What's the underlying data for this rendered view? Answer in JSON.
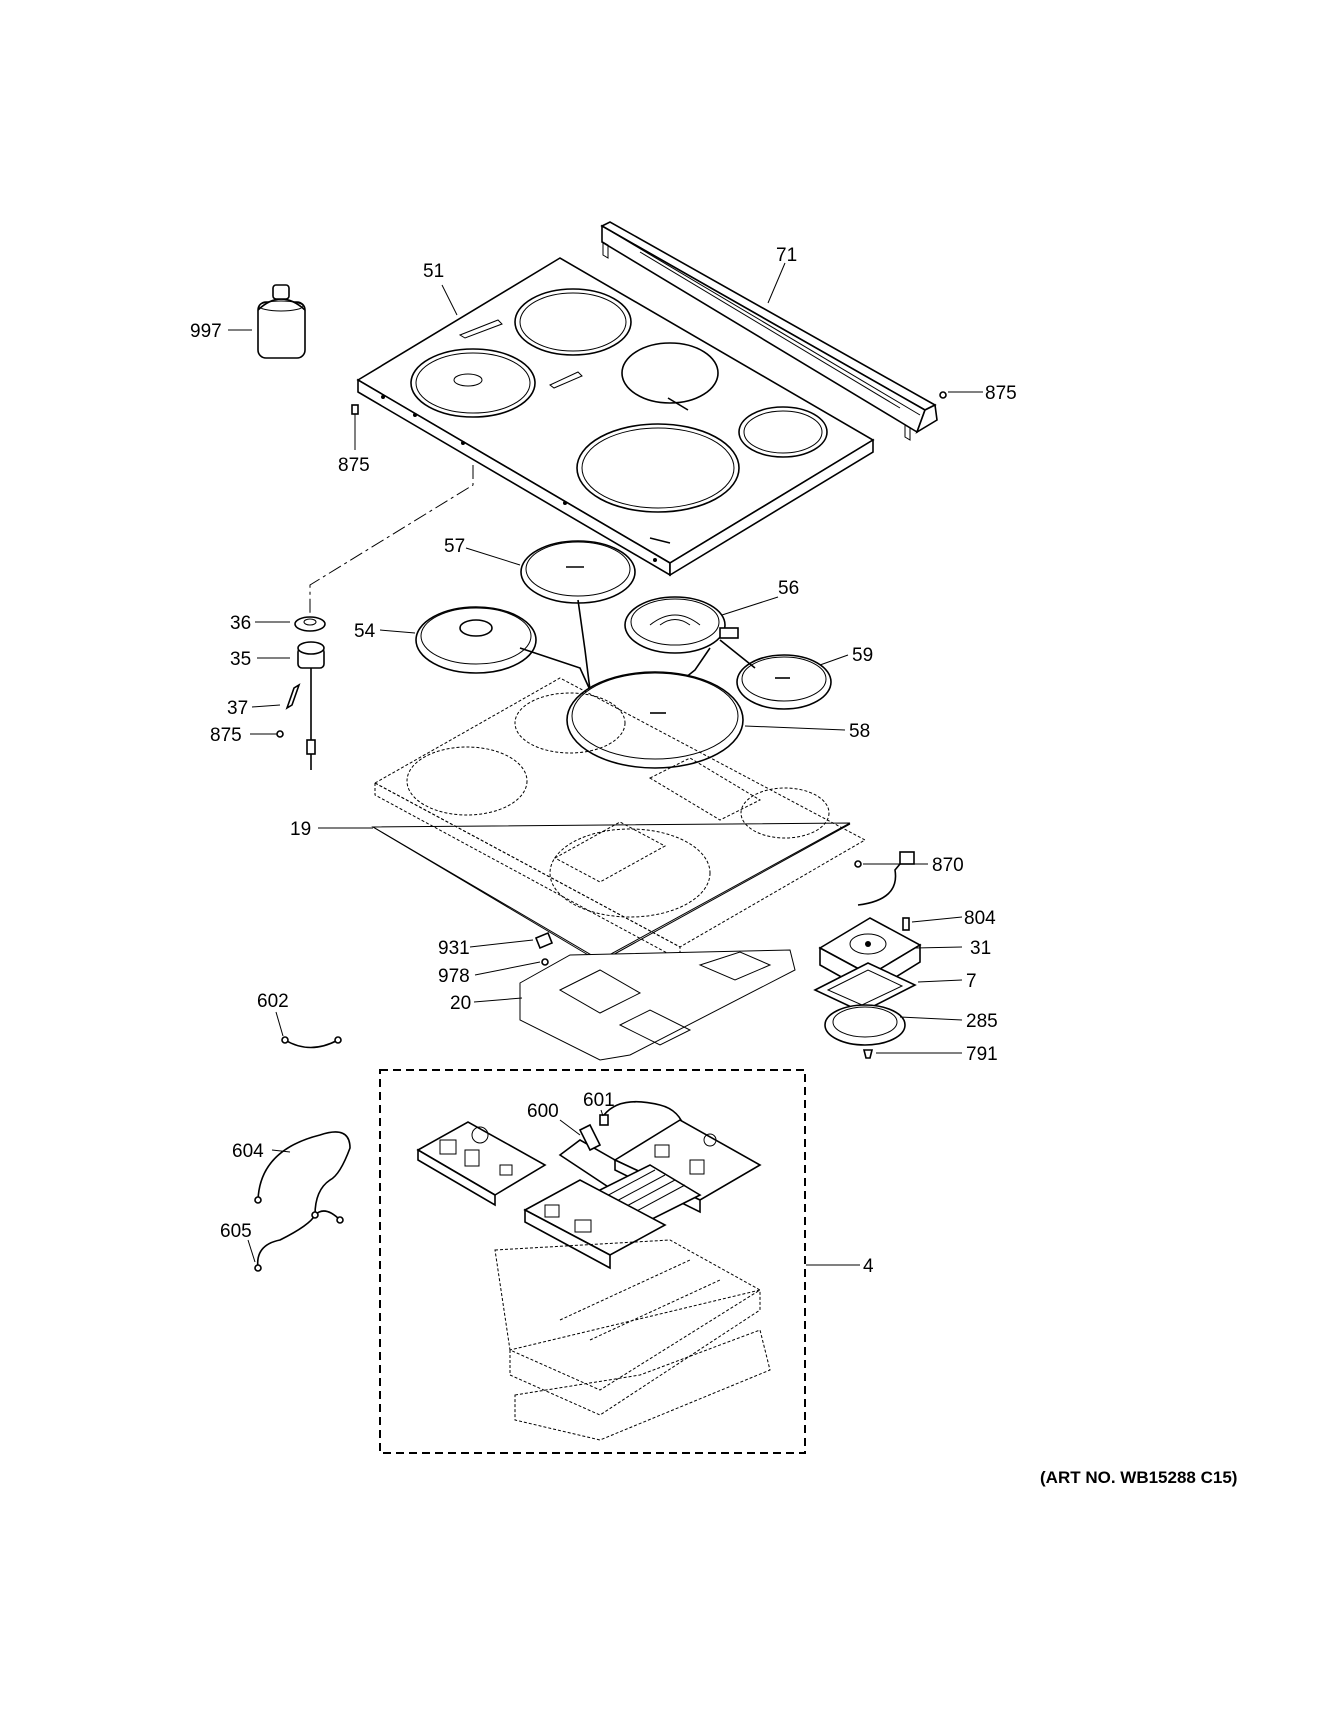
{
  "art_number": "(ART NO. WB15288 C15)",
  "callouts": [
    {
      "id": "51",
      "text": "51"
    },
    {
      "id": "71",
      "text": "71"
    },
    {
      "id": "997",
      "text": "997"
    },
    {
      "id": "875a",
      "text": "875"
    },
    {
      "id": "875b",
      "text": "875"
    },
    {
      "id": "875c",
      "text": "875"
    },
    {
      "id": "57",
      "text": "57"
    },
    {
      "id": "56",
      "text": "56"
    },
    {
      "id": "36",
      "text": "36"
    },
    {
      "id": "54",
      "text": "54"
    },
    {
      "id": "35",
      "text": "35"
    },
    {
      "id": "59",
      "text": "59"
    },
    {
      "id": "37",
      "text": "37"
    },
    {
      "id": "58",
      "text": "58"
    },
    {
      "id": "19",
      "text": "19"
    },
    {
      "id": "870",
      "text": "870"
    },
    {
      "id": "804",
      "text": "804"
    },
    {
      "id": "31",
      "text": "31"
    },
    {
      "id": "931",
      "text": "931"
    },
    {
      "id": "978",
      "text": "978"
    },
    {
      "id": "7",
      "text": "7"
    },
    {
      "id": "20",
      "text": "20"
    },
    {
      "id": "602",
      "text": "602"
    },
    {
      "id": "285",
      "text": "285"
    },
    {
      "id": "791",
      "text": "791"
    },
    {
      "id": "600",
      "text": "600"
    },
    {
      "id": "601",
      "text": "601"
    },
    {
      "id": "604",
      "text": "604"
    },
    {
      "id": "605",
      "text": "605"
    },
    {
      "id": "4",
      "text": "4"
    }
  ]
}
